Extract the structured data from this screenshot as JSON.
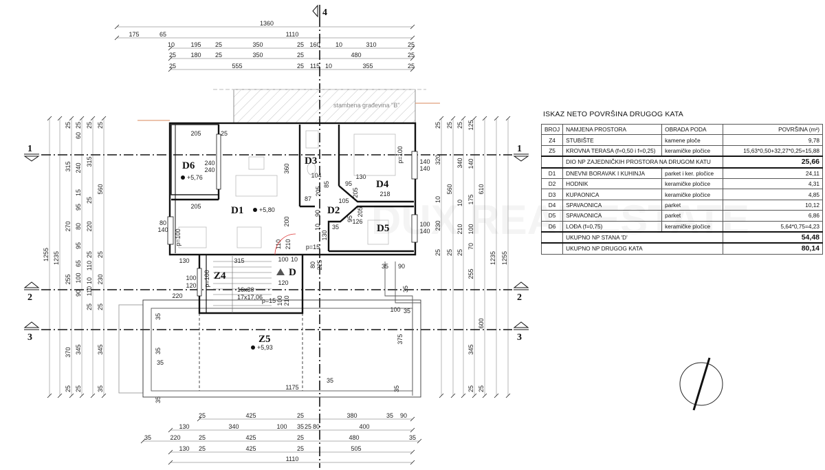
{
  "plan": {
    "neighbor_label": "stambena građevina \"B\"",
    "rooms": {
      "D1": "D1",
      "D2": "D2",
      "D3": "D3",
      "D4": "D4",
      "D5": "D5",
      "D6": "D6",
      "Z4": "Z4",
      "Z5": "Z5",
      "D": "D"
    },
    "elevations": {
      "d6": "+5,76",
      "d1": "+5,80",
      "z5": "+5,93"
    },
    "stair": {
      "steps_a": "16x30",
      "steps_b": "17x17,06"
    },
    "sections": {
      "s1": "1",
      "s2": "2",
      "s3": "3",
      "s4": "4"
    },
    "watermark": "DUX REAL ESTATE"
  },
  "dims": {
    "top": [
      [
        "1360"
      ],
      [
        "175",
        "65",
        "1110"
      ],
      [
        "10",
        "195",
        "25",
        "350",
        "25",
        "160",
        "10",
        "310",
        "25"
      ],
      [
        "25",
        "180",
        "25",
        "350",
        "25",
        "480",
        "25"
      ],
      [
        "25",
        "555",
        "25",
        "115",
        "10",
        "355",
        "25"
      ]
    ],
    "bottom": [
      [
        "25",
        "425",
        "25",
        "380",
        "35",
        "90"
      ],
      [
        "130",
        "340",
        "100",
        "35",
        "25",
        "80",
        "400"
      ],
      [
        "35",
        "220",
        "25",
        "425",
        "25",
        "480",
        "35"
      ],
      [
        "130",
        "25",
        "425",
        "25",
        "505"
      ],
      [
        "1110"
      ]
    ],
    "left": [
      [
        "1255"
      ],
      [
        "1235"
      ],
      [
        "25",
        "315",
        "270",
        "255",
        "370",
        "25"
      ],
      [
        "25",
        "60",
        "240",
        "15",
        "95",
        "80",
        "95",
        "65",
        "100",
        "90",
        "345",
        "25"
      ],
      [
        "25",
        "315",
        "25",
        "220",
        "25",
        "110",
        "10",
        "110",
        "25"
      ],
      [
        "25",
        "560",
        "25",
        "230",
        "25",
        "345",
        "35"
      ]
    ],
    "right": [
      [
        "25",
        "320",
        "10",
        "230",
        "25"
      ],
      [
        "25",
        "560",
        "25"
      ],
      [
        "25",
        "340",
        "10",
        "210",
        "25"
      ],
      [
        "125",
        "140",
        "175",
        "100",
        "70",
        "255",
        "345",
        "25"
      ],
      [
        "610",
        "600",
        "25"
      ],
      [
        "1235"
      ],
      [
        "1255"
      ]
    ],
    "inner": [
      "205",
      "25",
      "240",
      "240",
      "205",
      "360",
      "200",
      "110",
      "210",
      "104",
      "87",
      "205",
      "85",
      "95",
      "130",
      "205",
      "105",
      "218",
      "90",
      "10",
      "130",
      "35",
      "126",
      "95",
      "205",
      "p=100",
      "140",
      "140",
      "100",
      "140",
      "80",
      "140",
      "p=100",
      "130",
      "315",
      "100",
      "10",
      "120",
      "100",
      "120",
      "p=100",
      "220",
      "p=15",
      "100",
      "210",
      "p=15",
      "80",
      "225",
      "35",
      "90",
      "35",
      "100",
      "35",
      "35",
      "375",
      "35",
      "1175",
      "35",
      "35",
      "35",
      "35",
      "345"
    ]
  },
  "table": {
    "title": "ISKAZ NETO POVRŠINA DRUGOG KATA",
    "headers": [
      "BROJ",
      "NAMJENA PROSTORA",
      "OBRADA PODA",
      "POVRŠINA (m²)"
    ],
    "common_rows": [
      {
        "id": "Z4",
        "name": "STUBIŠTE",
        "floor": "kamene ploče",
        "area": "9,78"
      },
      {
        "id": "Z5",
        "name": "KROVNA TERASA (f=0,50 i f=0,25)",
        "floor": "keramičke pločice",
        "area": "15,63*0,50+32,27*0,25=15,88"
      }
    ],
    "common_total": {
      "label": "DIO NP ZAJEDNIČKIH PROSTORA NA DRUGOM KATU",
      "value": "25,66"
    },
    "apartment_rows": [
      {
        "id": "D1",
        "name": "DNEVNI BORAVAK I KUHINJA",
        "floor": "parket i ker. pločice",
        "area": "24,11"
      },
      {
        "id": "D2",
        "name": "HODNIK",
        "floor": "keramičke pločice",
        "area": "4,31"
      },
      {
        "id": "D3",
        "name": "KUPAONICA",
        "floor": "keramičke pločice",
        "area": "4,85"
      },
      {
        "id": "D4",
        "name": "SPAVAONICA",
        "floor": "parket",
        "area": "10,12"
      },
      {
        "id": "D5",
        "name": "SPAVAONICA",
        "floor": "parket",
        "area": "6,86"
      },
      {
        "id": "D6",
        "name": "LOĐA (f=0,75)",
        "floor": "keramičke pločice",
        "area": "5,64*0,75=4,23"
      }
    ],
    "apartment_total": {
      "label": "UKUPNO NP STANA 'D'",
      "value": "54,48"
    },
    "floor_total": {
      "label": "UKUPNO NP DRUGOG KATA",
      "value": "80,14"
    }
  }
}
